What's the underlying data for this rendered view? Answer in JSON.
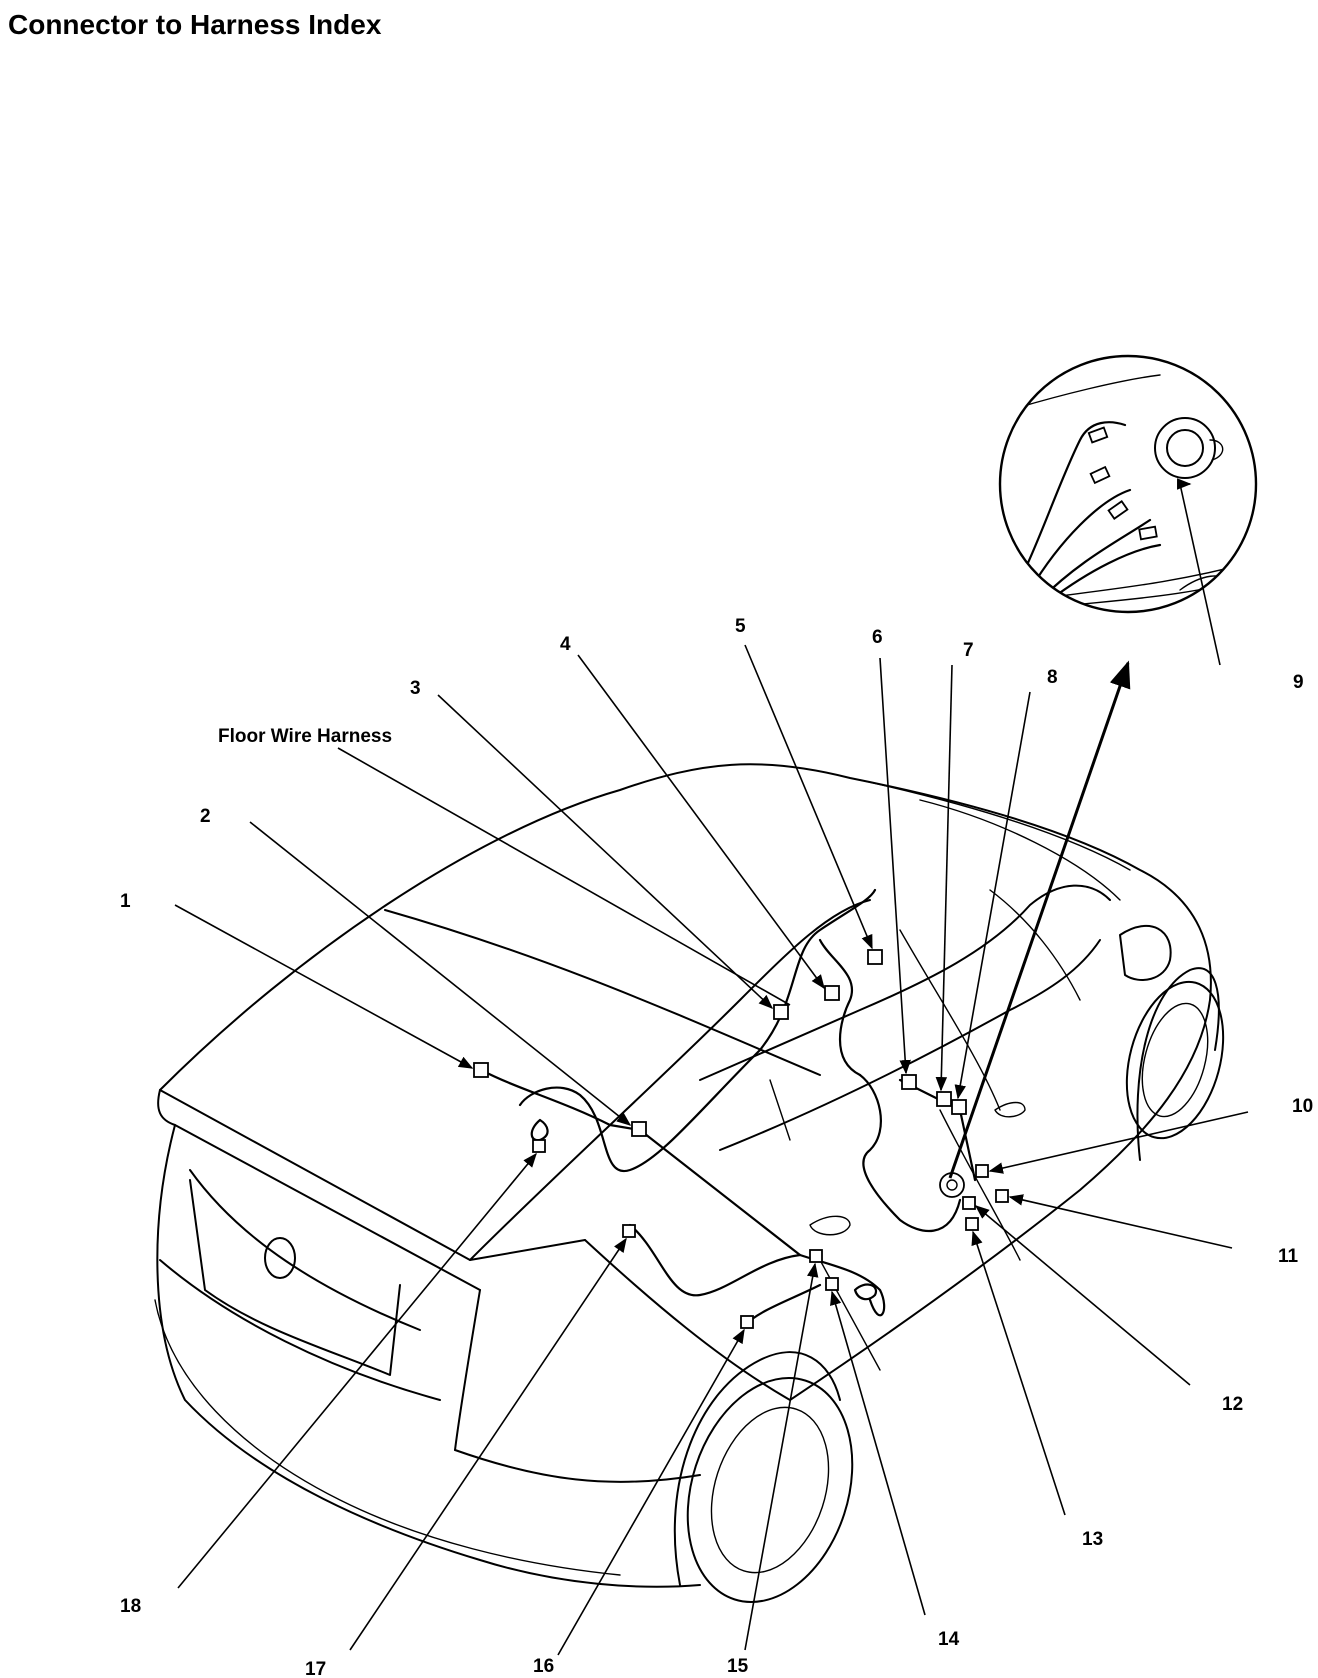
{
  "title": "Connector to Harness Index",
  "harness_label": "Floor Wire Harness",
  "callouts": [
    {
      "number": "1"
    },
    {
      "number": "2"
    },
    {
      "number": "3"
    },
    {
      "number": "4"
    },
    {
      "number": "5"
    },
    {
      "number": "6"
    },
    {
      "number": "7"
    },
    {
      "number": "8"
    },
    {
      "number": "9"
    },
    {
      "number": "10"
    },
    {
      "number": "11"
    },
    {
      "number": "12"
    },
    {
      "number": "13"
    },
    {
      "number": "14"
    },
    {
      "number": "15"
    },
    {
      "number": "16"
    },
    {
      "number": "17"
    },
    {
      "number": "18"
    }
  ]
}
